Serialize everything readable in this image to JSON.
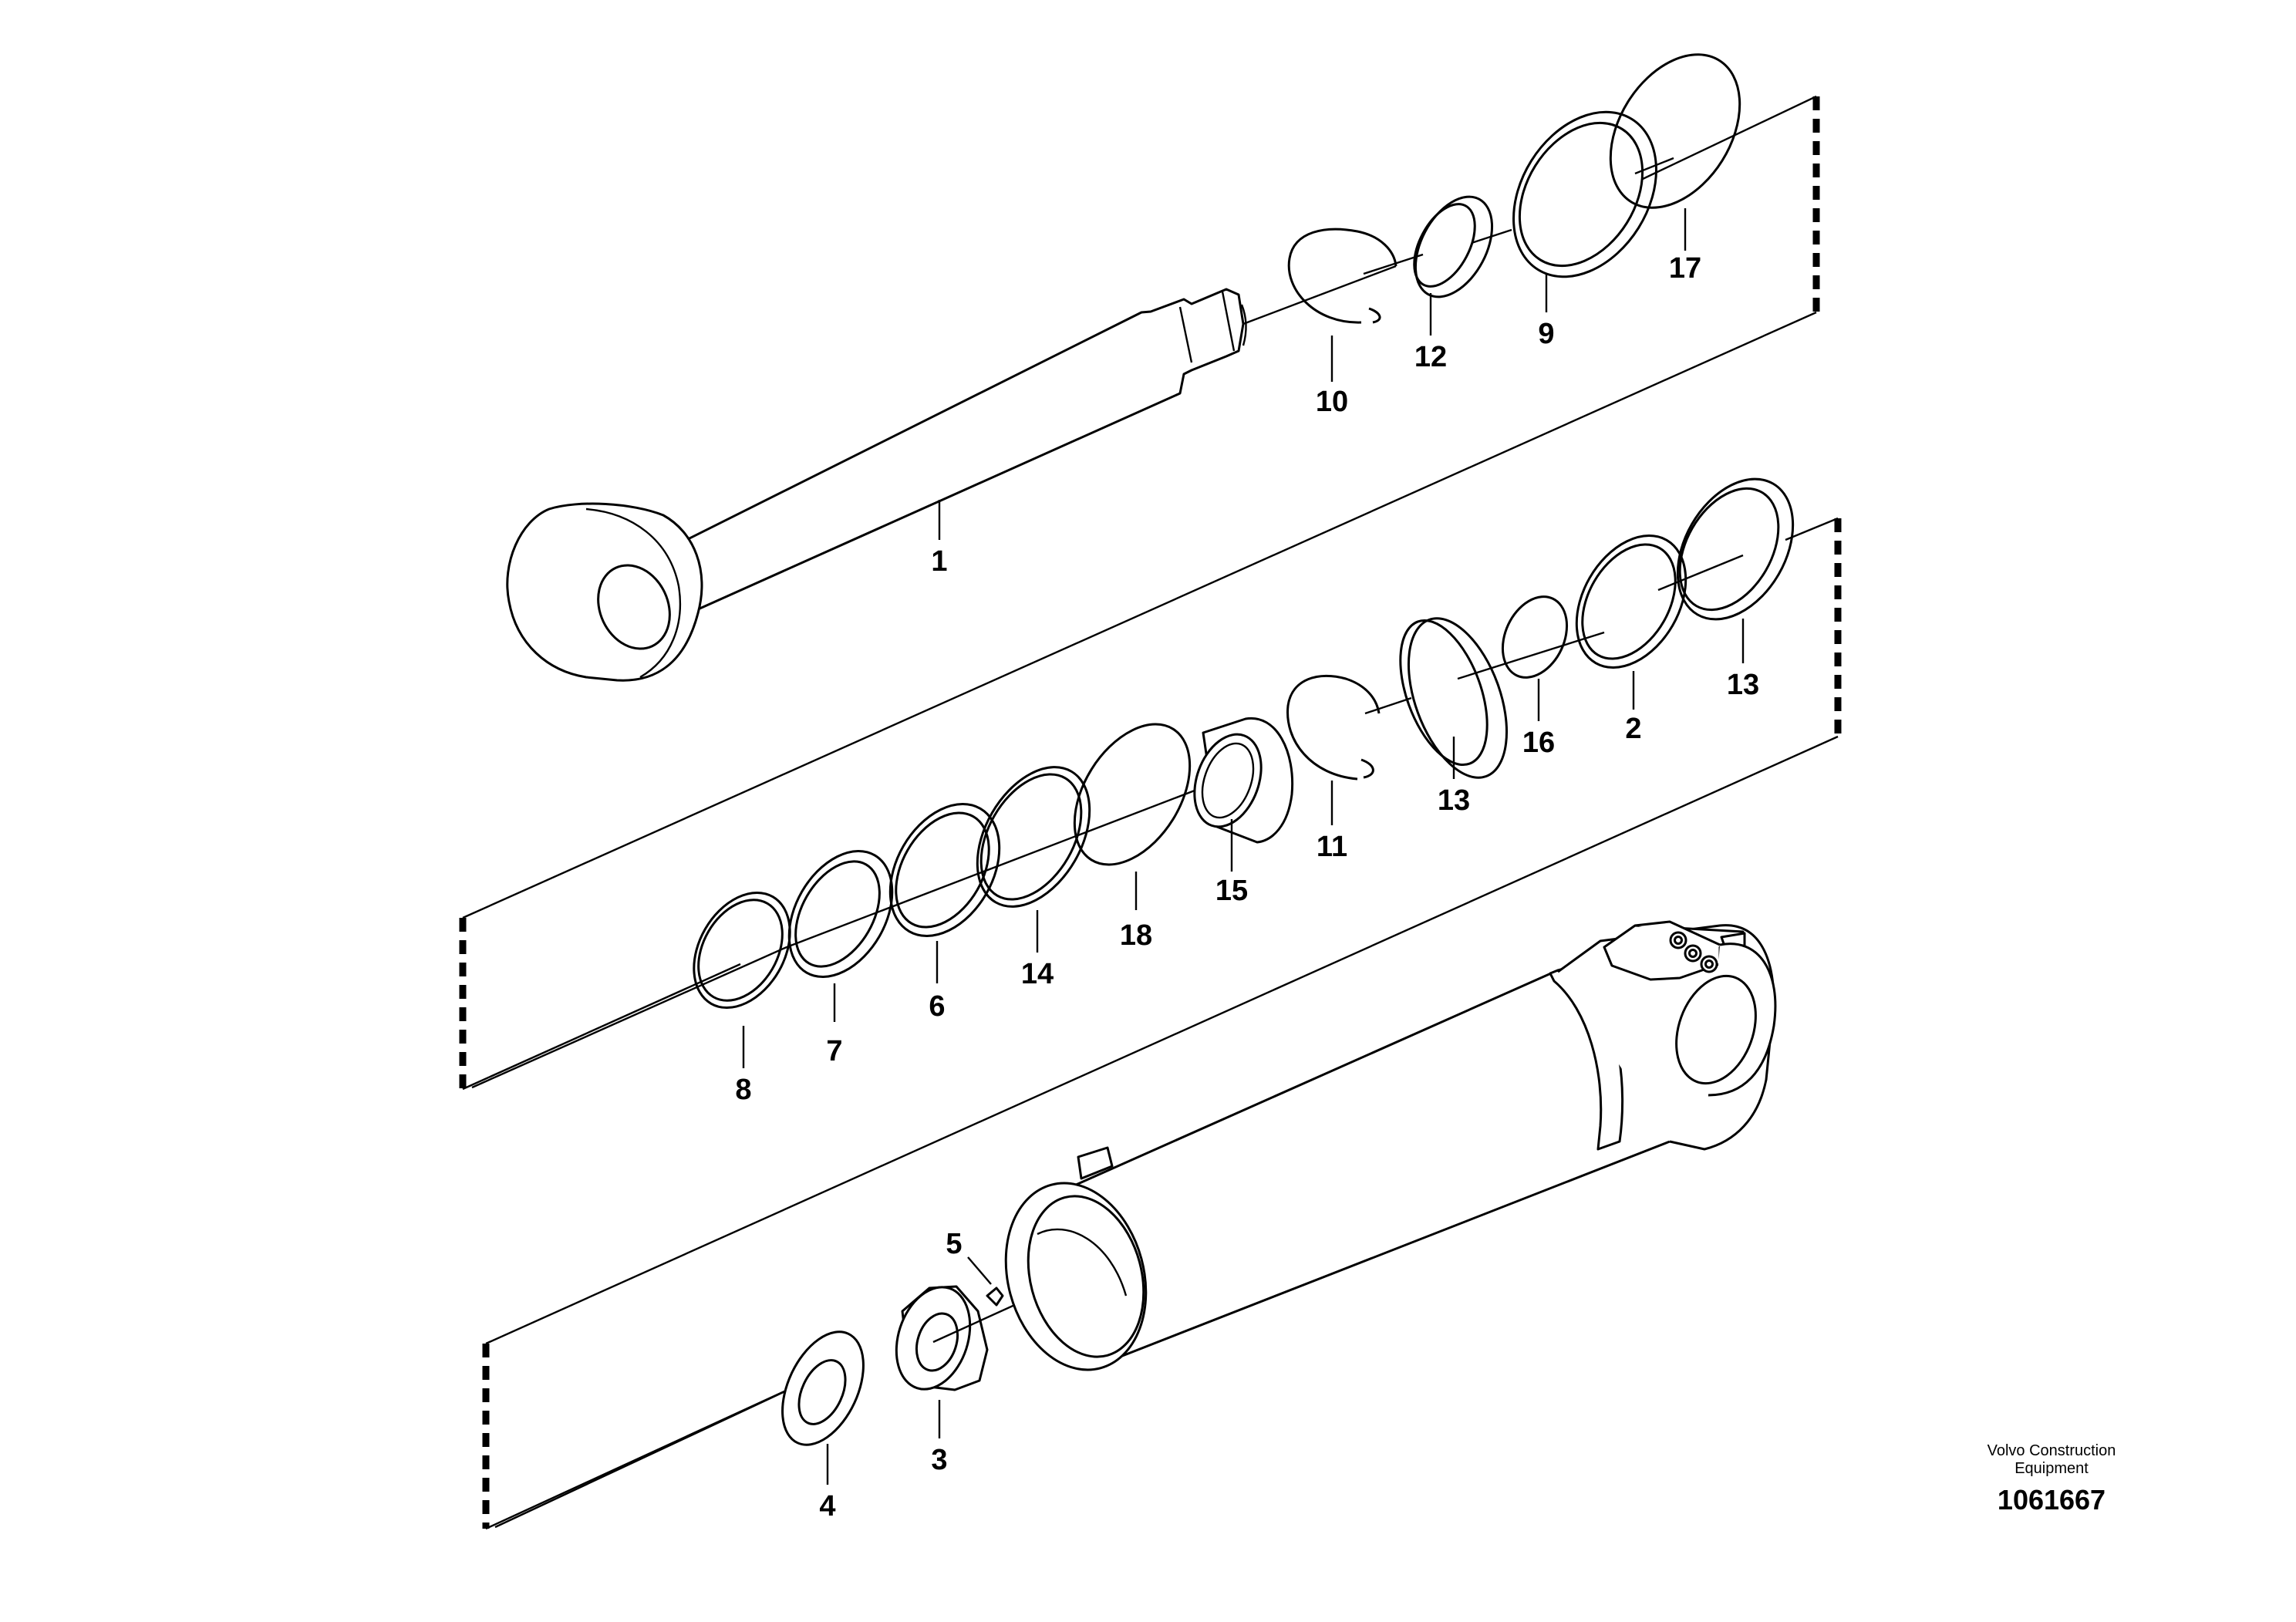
{
  "caption": {
    "brand_line1": "Volvo Construction",
    "brand_line2": "Equipment",
    "drawing_number": "1061667"
  },
  "callouts": {
    "c1": "1",
    "c2": "2",
    "c3": "3",
    "c4": "4",
    "c5": "5",
    "c6": "6",
    "c7": "7",
    "c8": "8",
    "c9": "9",
    "c10": "10",
    "c11": "11",
    "c12": "12",
    "c13a": "13",
    "c13b": "13",
    "c14": "14",
    "c15": "15",
    "c16": "16",
    "c17": "17",
    "c18": "18"
  }
}
